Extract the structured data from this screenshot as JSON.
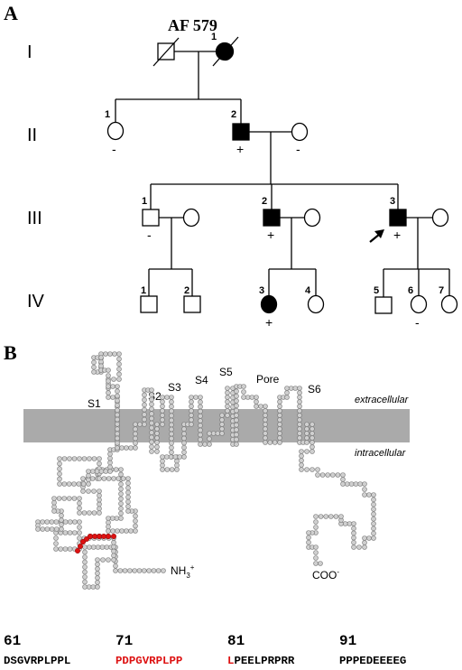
{
  "panel_a": {
    "label": "A",
    "family_id": "AF 579",
    "generations": [
      "I",
      "II",
      "III",
      "IV"
    ],
    "individuals": {
      "I_1": {
        "num": "1"
      },
      "II_1": {
        "num": "1",
        "status": "-"
      },
      "II_2": {
        "num": "2",
        "status": "+"
      },
      "II_3": {
        "status": "-"
      },
      "III_1": {
        "num": "1",
        "status": "-"
      },
      "III_2": {
        "num": "2",
        "status": "+"
      },
      "III_3": {
        "num": "3",
        "status": "+"
      },
      "IV_1": {
        "num": "1"
      },
      "IV_2": {
        "num": "2"
      },
      "IV_3": {
        "num": "3",
        "status": "+"
      },
      "IV_4": {
        "num": "4"
      },
      "IV_5": {
        "num": "5"
      },
      "IV_6": {
        "num": "6",
        "status": "-"
      },
      "IV_7": {
        "num": "7"
      }
    }
  },
  "panel_b": {
    "label": "B",
    "segments": [
      "S1",
      "S2",
      "S3",
      "S4",
      "S5",
      "Pore",
      "S6"
    ],
    "extracellular": "extracellular",
    "intracellular": "intracellular",
    "n_terminus": "NH",
    "n_terminus_sup": "3",
    "n_terminus_charge": "+",
    "c_terminus": "COO",
    "c_terminus_charge": "-",
    "colors": {
      "membrane": "#aaaaaa",
      "residue_fill": "#cfcfcf",
      "residue_stroke": "#777777",
      "highlight": "#dd1111"
    }
  },
  "sequence": {
    "positions": [
      "61",
      "71",
      "81",
      "91"
    ],
    "blocks": [
      {
        "text": "DSGVRPLPPL",
        "highlight": false
      },
      {
        "text": "PDPGVRPLPP",
        "highlight": true
      },
      {
        "highlight_part": "L",
        "text": "PEELPRPRR"
      },
      {
        "text": "PPPEDEEEEG",
        "highlight": false
      }
    ],
    "highlight_color": "#dd1111"
  }
}
